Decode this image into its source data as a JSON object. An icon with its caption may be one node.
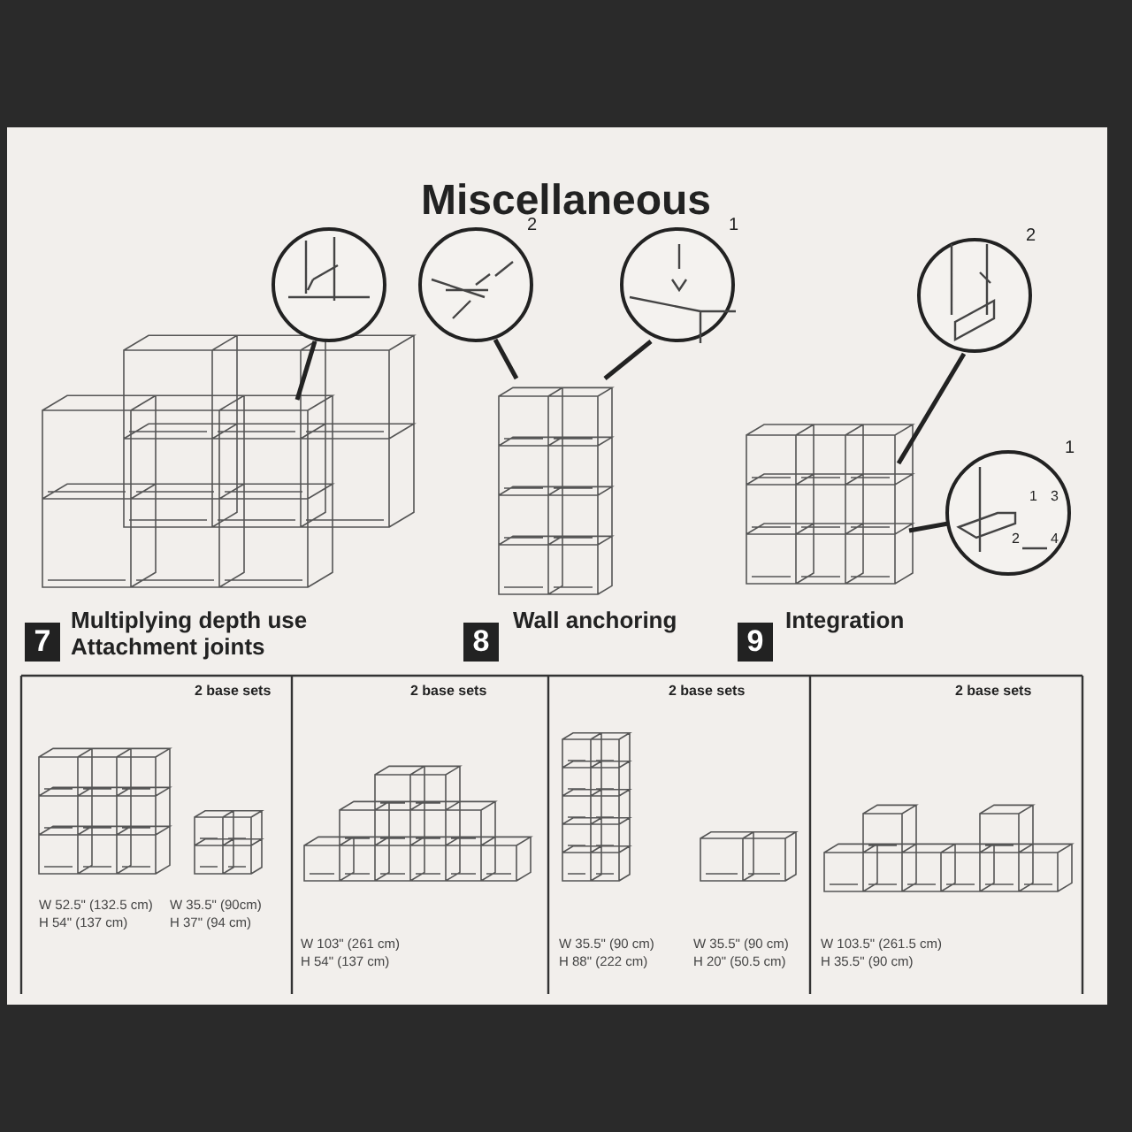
{
  "diagram": {
    "title": "Miscellaneous",
    "nodes": [
      {
        "text": [],
        "shape": "picture"
      },
      {
        "text": [],
        "shape": "picture"
      },
      {
        "text": [],
        "shape": "picture"
      },
      {
        "text": [],
        "shape": "picture",
        "beside": [
          "2"
        ]
      },
      {
        "text": [],
        "shape": "picture",
        "beside": [
          "1"
        ]
      },
      {
        "text": [],
        "shape": "picture"
      },
      {
        "text": [],
        "shape": "picture",
        "beside": [
          "2"
        ]
      },
      {
        "text": [],
        "shape": "picture",
        "beside": [
          "1"
        ]
      }
    ],
    "edges": [
      {
        "from": 1,
        "to": 0,
        "arrow": "none"
      },
      {
        "from": 3,
        "to": 2,
        "arrow": "none"
      },
      {
        "from": 4,
        "to": 2,
        "arrow": "none"
      },
      {
        "from": 6,
        "to": 5,
        "arrow": "none"
      },
      {
        "from": 7,
        "to": 5,
        "arrow": "none"
      }
    ],
    "labels": [
      "7",
      "Multiplying depth use Attachment joints",
      "8",
      "Wall anchoring",
      "9",
      "Integration",
      "1",
      "3",
      "2",
      "4",
      "2 base sets",
      "W 52.5\" (132.5 cm)",
      "H 54\" (137 cm)",
      "W 35.5\" (90cm)",
      "H 37\" (94 cm)",
      "2 base sets",
      "W 103\" (261 cm)",
      "H 54\" (137 cm)",
      "2 base sets",
      "W 35.5\" (90 cm)",
      "H 88\" (222 cm)",
      "W 35.5\" (90 cm)",
      "H 20\" (50.5 cm)",
      "2 base sets",
      "W 103.5\" (261.5 cm)",
      "H 35.5\" (90 cm)"
    ]
  }
}
